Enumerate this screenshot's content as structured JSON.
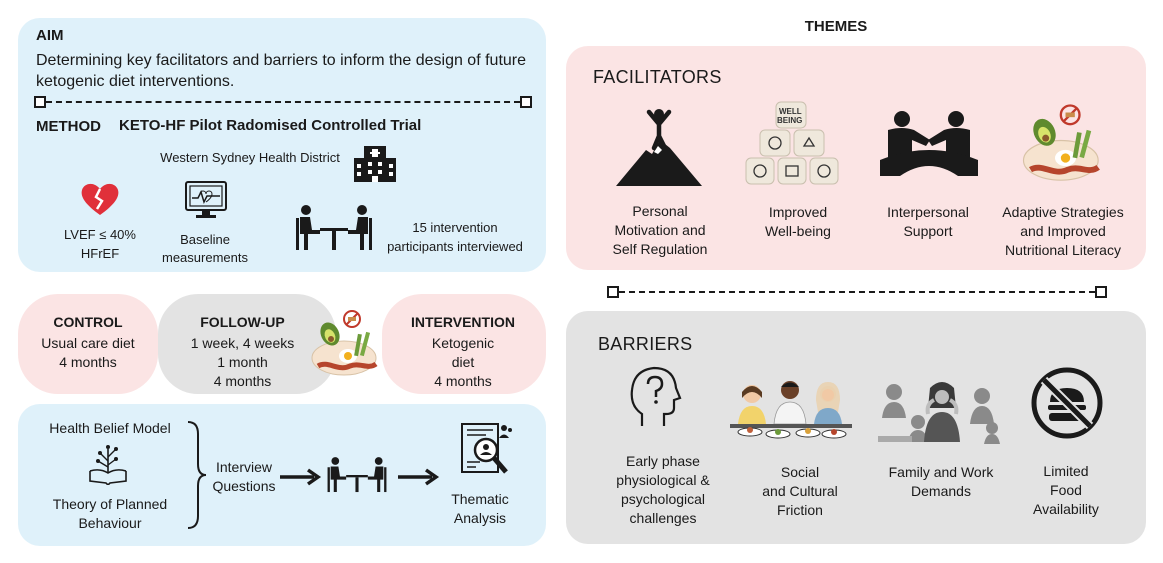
{
  "aim": {
    "heading": "AIM",
    "text_line1": "Determining key facilitators and barriers to inform the design of future",
    "text_line2": "ketogenic diet interventions."
  },
  "method": {
    "heading": "METHOD",
    "trial": "KETO-HF Pilot Radomised Controlled Trial",
    "site": "Western Sydney Health District",
    "lvef": "LVEF ≤ 40%",
    "hfref": "HFrEF",
    "baseline_1": "Baseline",
    "baseline_2": "measurements",
    "participants_1": "15 intervention",
    "participants_2": "participants interviewed"
  },
  "control": {
    "title": "CONTROL",
    "line1": "Usual care diet",
    "line2": "4 months"
  },
  "followup": {
    "title": "FOLLOW-UP",
    "line1": "1 week, 4 weeks",
    "line2": "1 month",
    "line3": "4 months"
  },
  "intervention": {
    "title": "INTERVENTION",
    "line1": "Ketogenic",
    "line2": "diet",
    "line3": "4 months"
  },
  "process": {
    "model1": "Health Belief Model",
    "model2_1": "Theory of Planned",
    "model2_2": "Behaviour",
    "interview_1": "Interview",
    "interview_2": "Questions",
    "thematic_1": "Thematic",
    "thematic_2": "Analysis"
  },
  "themes": {
    "title": "THEMES"
  },
  "facilitators": {
    "heading": "FACILITATORS",
    "items": [
      {
        "l1": "Personal",
        "l2": "Motivation and",
        "l3": "Self Regulation"
      },
      {
        "l1": "Improved",
        "l2": "Well-being"
      },
      {
        "l1": "Interpersonal",
        "l2": "Support"
      },
      {
        "l1": "Adaptive Strategies",
        "l2": "and Improved",
        "l3": "Nutritional Literacy"
      }
    ],
    "wellbeing_word1": "WELL",
    "wellbeing_word2": "BEING"
  },
  "barriers": {
    "heading": "BARRIERS",
    "items": [
      {
        "l1": "Early phase",
        "l2": "physiological &",
        "l3": "psychological",
        "l4": "challenges"
      },
      {
        "l1": "Social",
        "l2": "and Cultural",
        "l3": "Friction"
      },
      {
        "l1": "Family and Work",
        "l2": "Demands"
      },
      {
        "l1": "Limited",
        "l2": "Food",
        "l3": "Availability"
      }
    ]
  },
  "colors": {
    "blue_panel": "#dff1fa",
    "pink_panel": "#fbe4e4",
    "grey_panel": "#e3e3e3",
    "heart": "#e0303a"
  }
}
